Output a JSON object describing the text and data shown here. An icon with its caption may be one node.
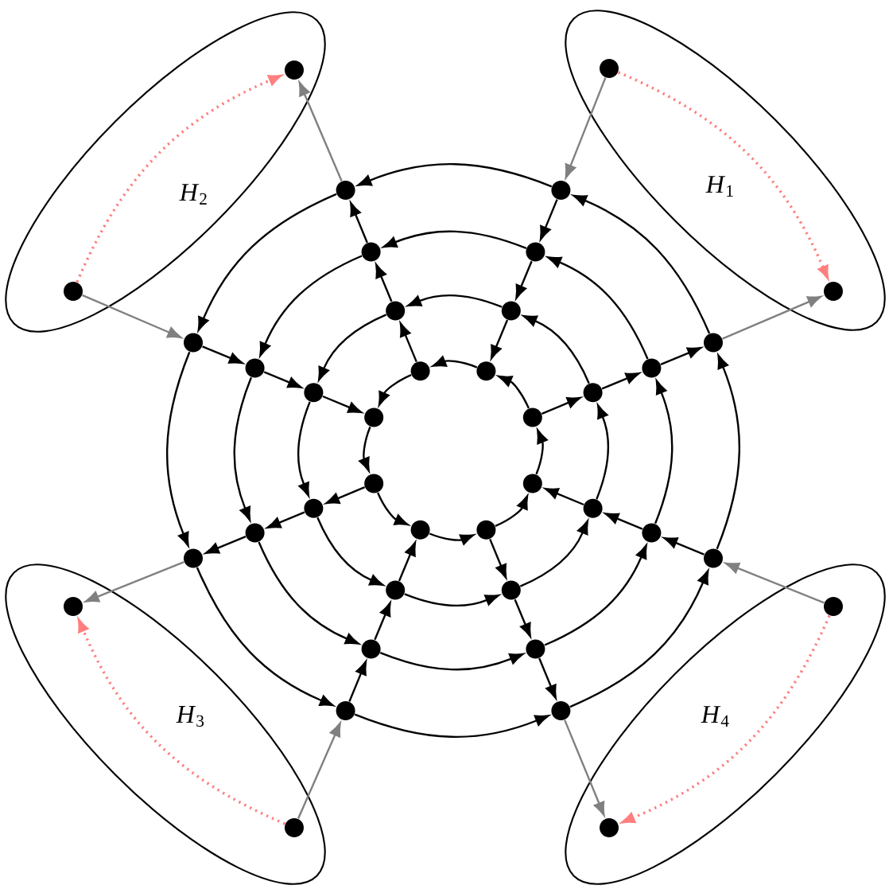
{
  "diagram": {
    "nodes": [
      {
        "text": [
          "*H*$_{1}$"
        ]
      },
      {
        "text": [],
        "shape": "circle",
        "in": 0
      },
      {
        "text": [],
        "shape": "circle",
        "in": 0
      },
      {
        "text": [
          "*H*$_{2}$"
        ]
      },
      {
        "text": [],
        "shape": "circle",
        "in": 3
      },
      {
        "text": [],
        "shape": "circle",
        "in": 3
      },
      {
        "text": [
          "*H*$_{3}$"
        ]
      },
      {
        "text": [],
        "shape": "circle",
        "in": 6
      },
      {
        "text": [],
        "shape": "circle",
        "in": 6
      },
      {
        "text": [
          "*H*$_{4}$"
        ]
      },
      {
        "text": [],
        "shape": "circle",
        "in": 9
      },
      {
        "text": [],
        "shape": "circle",
        "in": 9
      },
      {
        "text": [],
        "shape": "circle"
      },
      {
        "text": [],
        "shape": "circle"
      },
      {
        "text": [],
        "shape": "circle"
      },
      {
        "text": [],
        "shape": "circle"
      },
      {
        "text": [],
        "shape": "circle"
      },
      {
        "text": [],
        "shape": "circle"
      },
      {
        "text": [],
        "shape": "circle"
      },
      {
        "text": [],
        "shape": "circle"
      },
      {
        "text": [],
        "shape": "circle"
      },
      {
        "text": [],
        "shape": "circle"
      },
      {
        "text": [],
        "shape": "circle"
      },
      {
        "text": [],
        "shape": "circle"
      },
      {
        "text": [],
        "shape": "circle"
      },
      {
        "text": [],
        "shape": "circle"
      },
      {
        "text": [],
        "shape": "circle"
      },
      {
        "text": [],
        "shape": "circle"
      },
      {
        "text": [],
        "shape": "circle"
      },
      {
        "text": [],
        "shape": "circle"
      },
      {
        "text": [],
        "shape": "circle"
      },
      {
        "text": [],
        "shape": "circle"
      },
      {
        "text": [],
        "shape": "circle"
      },
      {
        "text": [],
        "shape": "circle"
      },
      {
        "text": [],
        "shape": "circle"
      },
      {
        "text": [],
        "shape": "circle"
      },
      {
        "text": [],
        "shape": "circle"
      },
      {
        "text": [],
        "shape": "circle"
      },
      {
        "text": [],
        "shape": "circle"
      },
      {
        "text": [],
        "shape": "circle"
      },
      {
        "text": [],
        "shape": "circle"
      },
      {
        "text": [],
        "shape": "circle"
      },
      {
        "text": [],
        "shape": "circle"
      },
      {
        "text": [],
        "shape": "circle"
      }
    ],
    "edges": [
      {
        "from": 13,
        "to": 12,
        "arrow": "to"
      },
      {
        "from": 14,
        "to": 13,
        "arrow": "to"
      },
      {
        "from": 15,
        "to": 14,
        "arrow": "to"
      },
      {
        "from": 16,
        "to": 15,
        "arrow": "to"
      },
      {
        "from": 17,
        "to": 16,
        "arrow": "to"
      },
      {
        "from": 18,
        "to": 17,
        "arrow": "to"
      },
      {
        "from": 19,
        "to": 18,
        "arrow": "to"
      },
      {
        "from": 12,
        "to": 19,
        "arrow": "to"
      },
      {
        "from": 21,
        "to": 20,
        "arrow": "to"
      },
      {
        "from": 22,
        "to": 21,
        "arrow": "to"
      },
      {
        "from": 23,
        "to": 22,
        "arrow": "to"
      },
      {
        "from": 24,
        "to": 23,
        "arrow": "to"
      },
      {
        "from": 25,
        "to": 24,
        "arrow": "to"
      },
      {
        "from": 26,
        "to": 25,
        "arrow": "to"
      },
      {
        "from": 27,
        "to": 26,
        "arrow": "to"
      },
      {
        "from": 20,
        "to": 27,
        "arrow": "to"
      },
      {
        "from": 29,
        "to": 28,
        "arrow": "to"
      },
      {
        "from": 30,
        "to": 29,
        "arrow": "to"
      },
      {
        "from": 31,
        "to": 30,
        "arrow": "to"
      },
      {
        "from": 32,
        "to": 31,
        "arrow": "to"
      },
      {
        "from": 33,
        "to": 32,
        "arrow": "to"
      },
      {
        "from": 34,
        "to": 33,
        "arrow": "to"
      },
      {
        "from": 35,
        "to": 34,
        "arrow": "to"
      },
      {
        "from": 28,
        "to": 35,
        "arrow": "to"
      },
      {
        "from": 37,
        "to": 36,
        "arrow": "to"
      },
      {
        "from": 38,
        "to": 37,
        "arrow": "to"
      },
      {
        "from": 39,
        "to": 38,
        "arrow": "to"
      },
      {
        "from": 40,
        "to": 39,
        "arrow": "to"
      },
      {
        "from": 41,
        "to": 40,
        "arrow": "to"
      },
      {
        "from": 42,
        "to": 41,
        "arrow": "to"
      },
      {
        "from": 43,
        "to": 42,
        "arrow": "to"
      },
      {
        "from": 36,
        "to": 43,
        "arrow": "to"
      },
      {
        "from": 12,
        "to": 20,
        "arrow": "to"
      },
      {
        "from": 20,
        "to": 28,
        "arrow": "to"
      },
      {
        "from": 28,
        "to": 36,
        "arrow": "to"
      },
      {
        "from": 37,
        "to": 29,
        "arrow": "to"
      },
      {
        "from": 29,
        "to": 21,
        "arrow": "to"
      },
      {
        "from": 21,
        "to": 13,
        "arrow": "to"
      },
      {
        "from": 14,
        "to": 22,
        "arrow": "to"
      },
      {
        "from": 22,
        "to": 30,
        "arrow": "to"
      },
      {
        "from": 30,
        "to": 38,
        "arrow": "to"
      },
      {
        "from": 39,
        "to": 31,
        "arrow": "to"
      },
      {
        "from": 31,
        "to": 23,
        "arrow": "to"
      },
      {
        "from": 23,
        "to": 15,
        "arrow": "to"
      },
      {
        "from": 16,
        "to": 24,
        "arrow": "to"
      },
      {
        "from": 24,
        "to": 32,
        "arrow": "to"
      },
      {
        "from": 32,
        "to": 40,
        "arrow": "to"
      },
      {
        "from": 41,
        "to": 33,
        "arrow": "to"
      },
      {
        "from": 33,
        "to": 25,
        "arrow": "to"
      },
      {
        "from": 25,
        "to": 17,
        "arrow": "to"
      },
      {
        "from": 18,
        "to": 26,
        "arrow": "to"
      },
      {
        "from": 26,
        "to": 34,
        "arrow": "to"
      },
      {
        "from": 34,
        "to": 42,
        "arrow": "to"
      },
      {
        "from": 43,
        "to": 35,
        "arrow": "to"
      },
      {
        "from": 35,
        "to": 27,
        "arrow": "to"
      },
      {
        "from": 27,
        "to": 19,
        "arrow": "to"
      },
      {
        "from": 1,
        "to": 37,
        "arrow": "to",
        "color": "#808080"
      },
      {
        "from": 38,
        "to": 2,
        "arrow": "to",
        "color": "#808080"
      },
      {
        "from": 36,
        "to": 4,
        "arrow": "to",
        "color": "#808080"
      },
      {
        "from": 5,
        "to": 43,
        "arrow": "to",
        "color": "#808080"
      },
      {
        "from": 42,
        "to": 7,
        "arrow": "to",
        "color": "#808080"
      },
      {
        "from": 8,
        "to": 41,
        "arrow": "to",
        "color": "#808080"
      },
      {
        "from": 10,
        "to": 39,
        "arrow": "to",
        "color": "#808080"
      },
      {
        "from": 40,
        "to": 11,
        "arrow": "to",
        "color": "#808080"
      },
      {
        "from": 1,
        "to": 2,
        "arrow": "to",
        "style": "dashed",
        "color": "#ff7f7f"
      },
      {
        "from": 5,
        "to": 4,
        "arrow": "to",
        "style": "dashed",
        "color": "#ff7f7f"
      },
      {
        "from": 8,
        "to": 7,
        "arrow": "to",
        "style": "dashed",
        "color": "#ff7f7f"
      },
      {
        "from": 10,
        "to": 11,
        "arrow": "to",
        "style": "dashed",
        "color": "#ff7f7f"
      }
    ]
  }
}
